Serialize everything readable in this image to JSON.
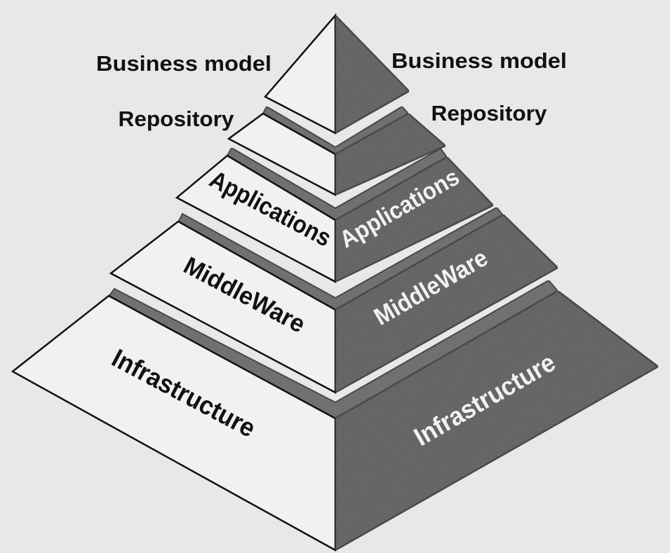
{
  "diagram": {
    "colors": {
      "background": "#e8e8e8",
      "light_face": "#f1f1f1",
      "dark_face": "#555555",
      "separator": "#6a6a6a",
      "outline": "#111111",
      "light_text": "#f2f2f2",
      "dark_text": "#111111"
    },
    "left_labels": {
      "business_model": "Business model",
      "repository": "Repository",
      "applications": "Applications",
      "middleware": "MiddleWare",
      "infrastructure": "Infrastructure"
    },
    "right_labels": {
      "business_model": "Business model",
      "repository": "Repository",
      "applications": "Applications",
      "middleware": "MiddleWare",
      "infrastructure": "Infrastructure"
    }
  }
}
